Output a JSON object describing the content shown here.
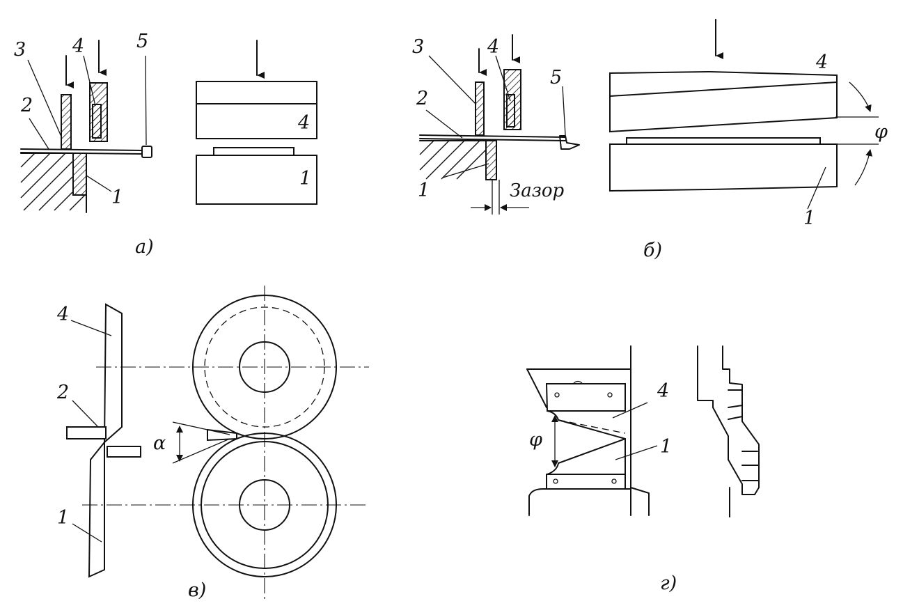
{
  "panels": {
    "a": {
      "caption": "а)",
      "labels": {
        "blade_upper_left": "3",
        "blade_upper_right": "4",
        "sheet": "2",
        "stop": "5",
        "blade_lower": "1",
        "side_upper": "4",
        "side_lower": "1"
      }
    },
    "b": {
      "caption": "б)",
      "labels": {
        "blade_left": "3",
        "blade_right": "4",
        "sheet": "2",
        "stop": "5",
        "blade_lower": "1",
        "side_upper": "4",
        "side_lower": "1"
      },
      "gap_label": "Зазор",
      "angle_symbol": "φ"
    },
    "c": {
      "caption": "в)",
      "labels": {
        "upper_knife": "4",
        "sheet": "2",
        "lower_knife": "1"
      },
      "angle_symbol": "α"
    },
    "d": {
      "caption": "г)",
      "labels": {
        "upper_knife": "4",
        "lower_knife": "1"
      },
      "angle_symbol": "φ"
    }
  }
}
